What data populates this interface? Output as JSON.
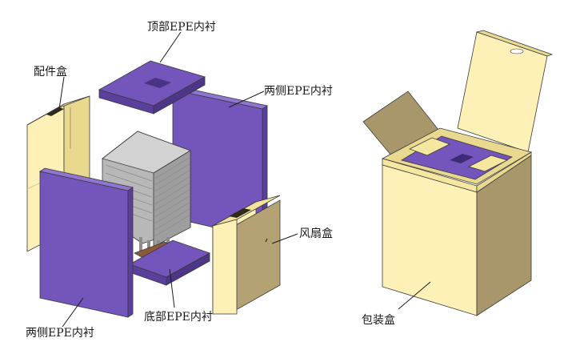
{
  "labels": {
    "top_liner": "顶部EPE内衬",
    "accessory_box": "配件盒",
    "side_liner_right": "两侧EPE内衬",
    "side_liner_left": "两侧EPE内衬",
    "fan_box": "风扇盒",
    "bottom_liner": "底部EPE内衬",
    "package_box": "包装盒"
  },
  "colors": {
    "epe_purple": "#7355bb",
    "epe_purple_dark": "#5a3f9c",
    "cardboard_light": "#fdf1b8",
    "cardboard_mid": "#e9d98f",
    "cardboard_dark": "#a8976a",
    "metal": "#b0b0b0",
    "copper": "#8a5a3a"
  }
}
